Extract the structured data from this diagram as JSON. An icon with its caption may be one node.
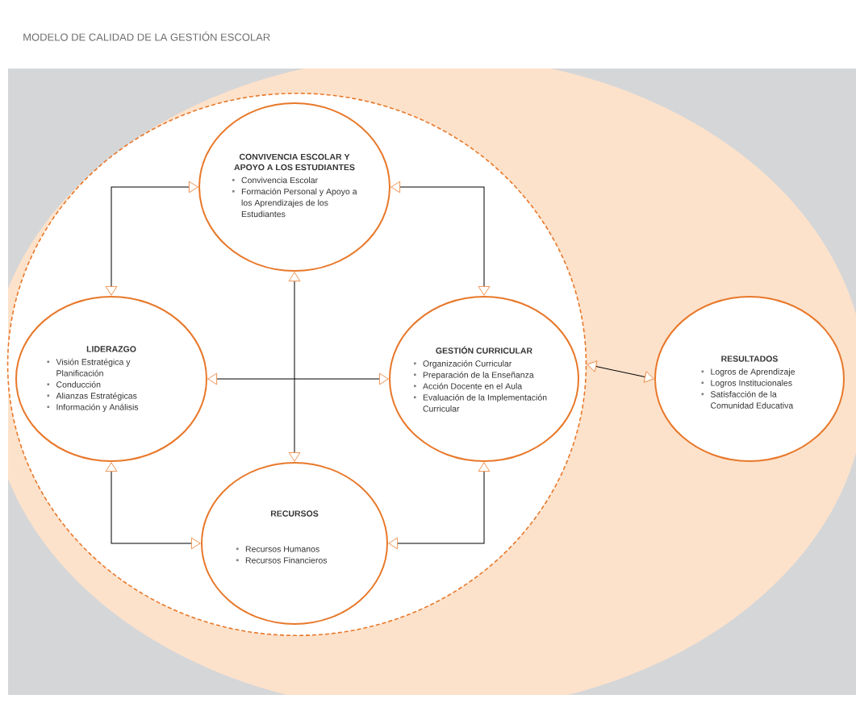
{
  "diagram": {
    "title": "MODELO DE CALIDAD DE LA GESTIÓN ESCOLAR",
    "nodes": [
      {
        "text": [],
        "shape": "ellipse"
      },
      {
        "text": [],
        "shape": "ellipse",
        "in": 0
      },
      {
        "text": [
          "CONVIVENCIA ESCOLAR Y APOYO A LOS ESTUDIANTES",
          "Convivencia Escolar",
          "Formación Personal y Apoyo a los Aprendizajes de los Estudiantes"
        ],
        "in": 1
      },
      {
        "text": [
          "LIDERAZGO",
          "Visión Estratégica y Planificación",
          "Conducción",
          "Alianzas Estratégicas",
          "Información y Análisis"
        ],
        "in": 1
      },
      {
        "text": [
          "GESTIÓN CURRICULAR",
          "Organización Curricular",
          "Preparación de la Enseñanza",
          "Acción Docente en el Aula",
          "Evaluación de la Implementación Curricular"
        ],
        "in": 1
      },
      {
        "text": [
          "RECURSOS",
          "Recursos Humanos",
          "Recursos Financieros"
        ],
        "in": 1
      },
      {
        "text": [
          "RESULTADOS",
          "Logros de Aprendizaje",
          "Logros Institucionales",
          "Satisfacción de la Comunidad Educativa"
        ],
        "in": 0
      }
    ],
    "edges": [
      {
        "from": 3,
        "to": 2,
        "arrow": "both"
      },
      {
        "from": 2,
        "to": 4,
        "arrow": "both"
      },
      {
        "from": 3,
        "to": 5,
        "arrow": "both"
      },
      {
        "from": 5,
        "to": 4,
        "arrow": "both"
      },
      {
        "from": 2,
        "to": 5,
        "arrow": "both"
      },
      {
        "from": 3,
        "to": 4,
        "arrow": "both"
      },
      {
        "from": 1,
        "to": 6,
        "arrow": "both"
      }
    ]
  }
}
